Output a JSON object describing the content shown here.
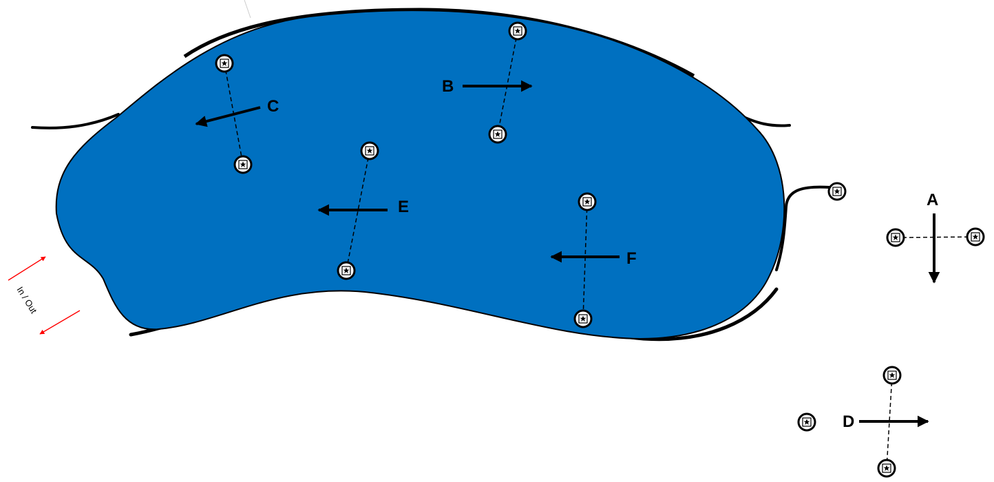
{
  "diagram": {
    "labels": {
      "A": "A",
      "B": "B",
      "C": "C",
      "D": "D",
      "E": "E",
      "F": "F"
    },
    "in_out_label": "In / Out",
    "colors": {
      "lake_fill": "#0070c0",
      "outline": "#000000",
      "in_out_arrows": "#ff0000",
      "marker_fill": "#ffffff"
    },
    "icons": {
      "marker": "star-in-box-buoy-icon"
    }
  }
}
